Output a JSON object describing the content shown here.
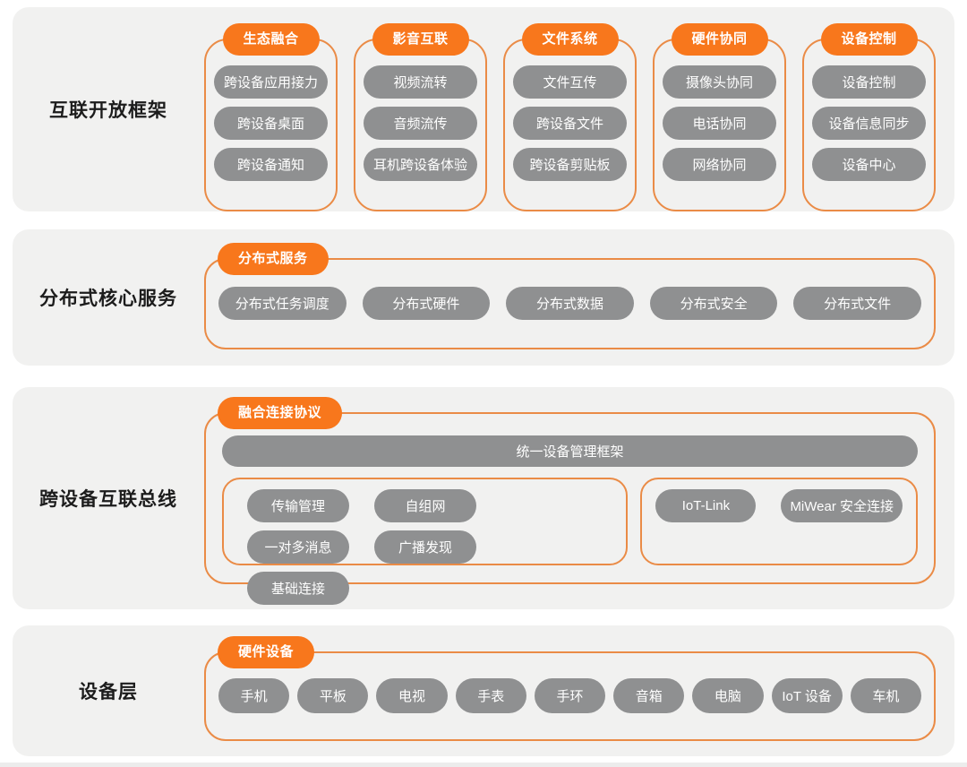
{
  "colors": {
    "accent_orange": "#f8771c",
    "frame_orange": "#ea8b46",
    "pill_gray": "#8f9091",
    "section_bg": "#f1f1f0",
    "title_text": "#1c1c1c",
    "pill_text": "#ffffff"
  },
  "sections": {
    "framework": {
      "title": "互联开放框架",
      "groups": [
        {
          "label": "生态融合",
          "pills": [
            "跨设备应用接力",
            "跨设备桌面",
            "跨设备通知"
          ]
        },
        {
          "label": "影音互联",
          "pills": [
            "视频流转",
            "音频流传",
            "耳机跨设备体验"
          ]
        },
        {
          "label": "文件系统",
          "pills": [
            "文件互传",
            "跨设备文件",
            "跨设备剪贴板"
          ]
        },
        {
          "label": "硬件协同",
          "pills": [
            "摄像头协同",
            "电话协同",
            "网络协同"
          ]
        },
        {
          "label": "设备控制",
          "pills": [
            "设备控制",
            "设备信息同步",
            "设备中心"
          ]
        }
      ]
    },
    "distributed": {
      "title": "分布式核心服务",
      "group_label": "分布式服务",
      "pills": [
        "分布式任务调度",
        "分布式硬件",
        "分布式数据",
        "分布式安全",
        "分布式文件"
      ]
    },
    "bus": {
      "title": "跨设备互联总线",
      "group_label": "融合连接协议",
      "wide_pill": "统一设备管理框架",
      "left_box_pills": [
        "传输管理",
        "自组网",
        "一对多消息",
        "广播发现",
        "基础连接"
      ],
      "right_box_pills": [
        "IoT-Link",
        "MiWear 安全连接"
      ]
    },
    "devices": {
      "title": "设备层",
      "group_label": "硬件设备",
      "pills": [
        "手机",
        "平板",
        "电视",
        "手表",
        "手环",
        "音箱",
        "电脑",
        "IoT 设备",
        "车机"
      ]
    }
  }
}
